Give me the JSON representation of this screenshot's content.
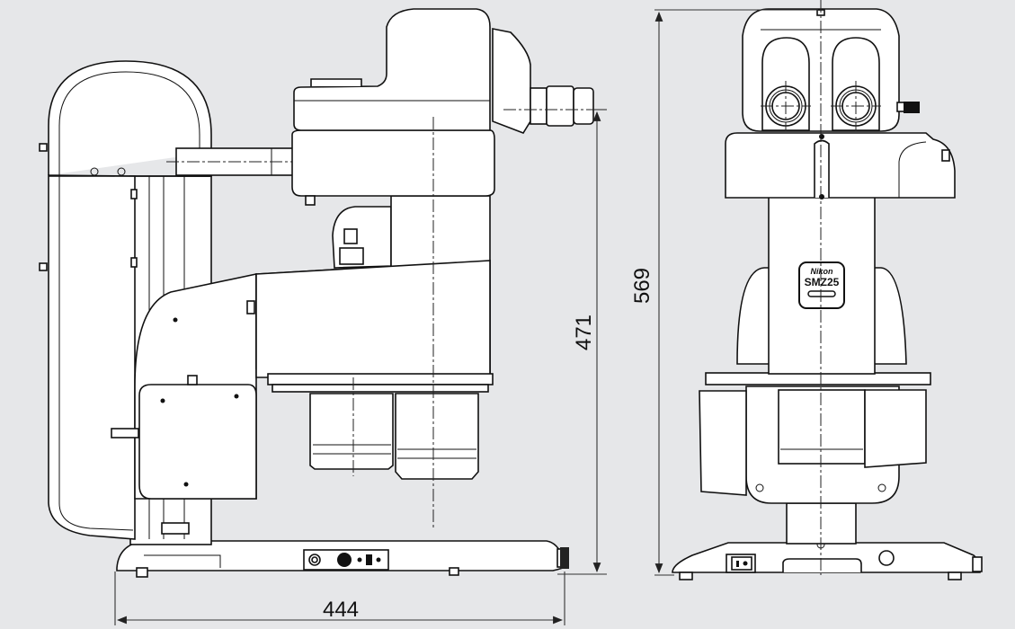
{
  "drawing": {
    "subject": "Stereo microscope dimensional drawing",
    "background_color": "#e6e7e9",
    "line_color": "#111111",
    "units": "mm"
  },
  "side_view": {
    "label": "side-view",
    "dimensions": {
      "width": "444",
      "eyepiece_height": "471"
    }
  },
  "front_view": {
    "label": "front-view",
    "dimensions": {
      "total_height": "569"
    },
    "badge": {
      "brand": "Nikon",
      "model": "SMZ25"
    }
  }
}
